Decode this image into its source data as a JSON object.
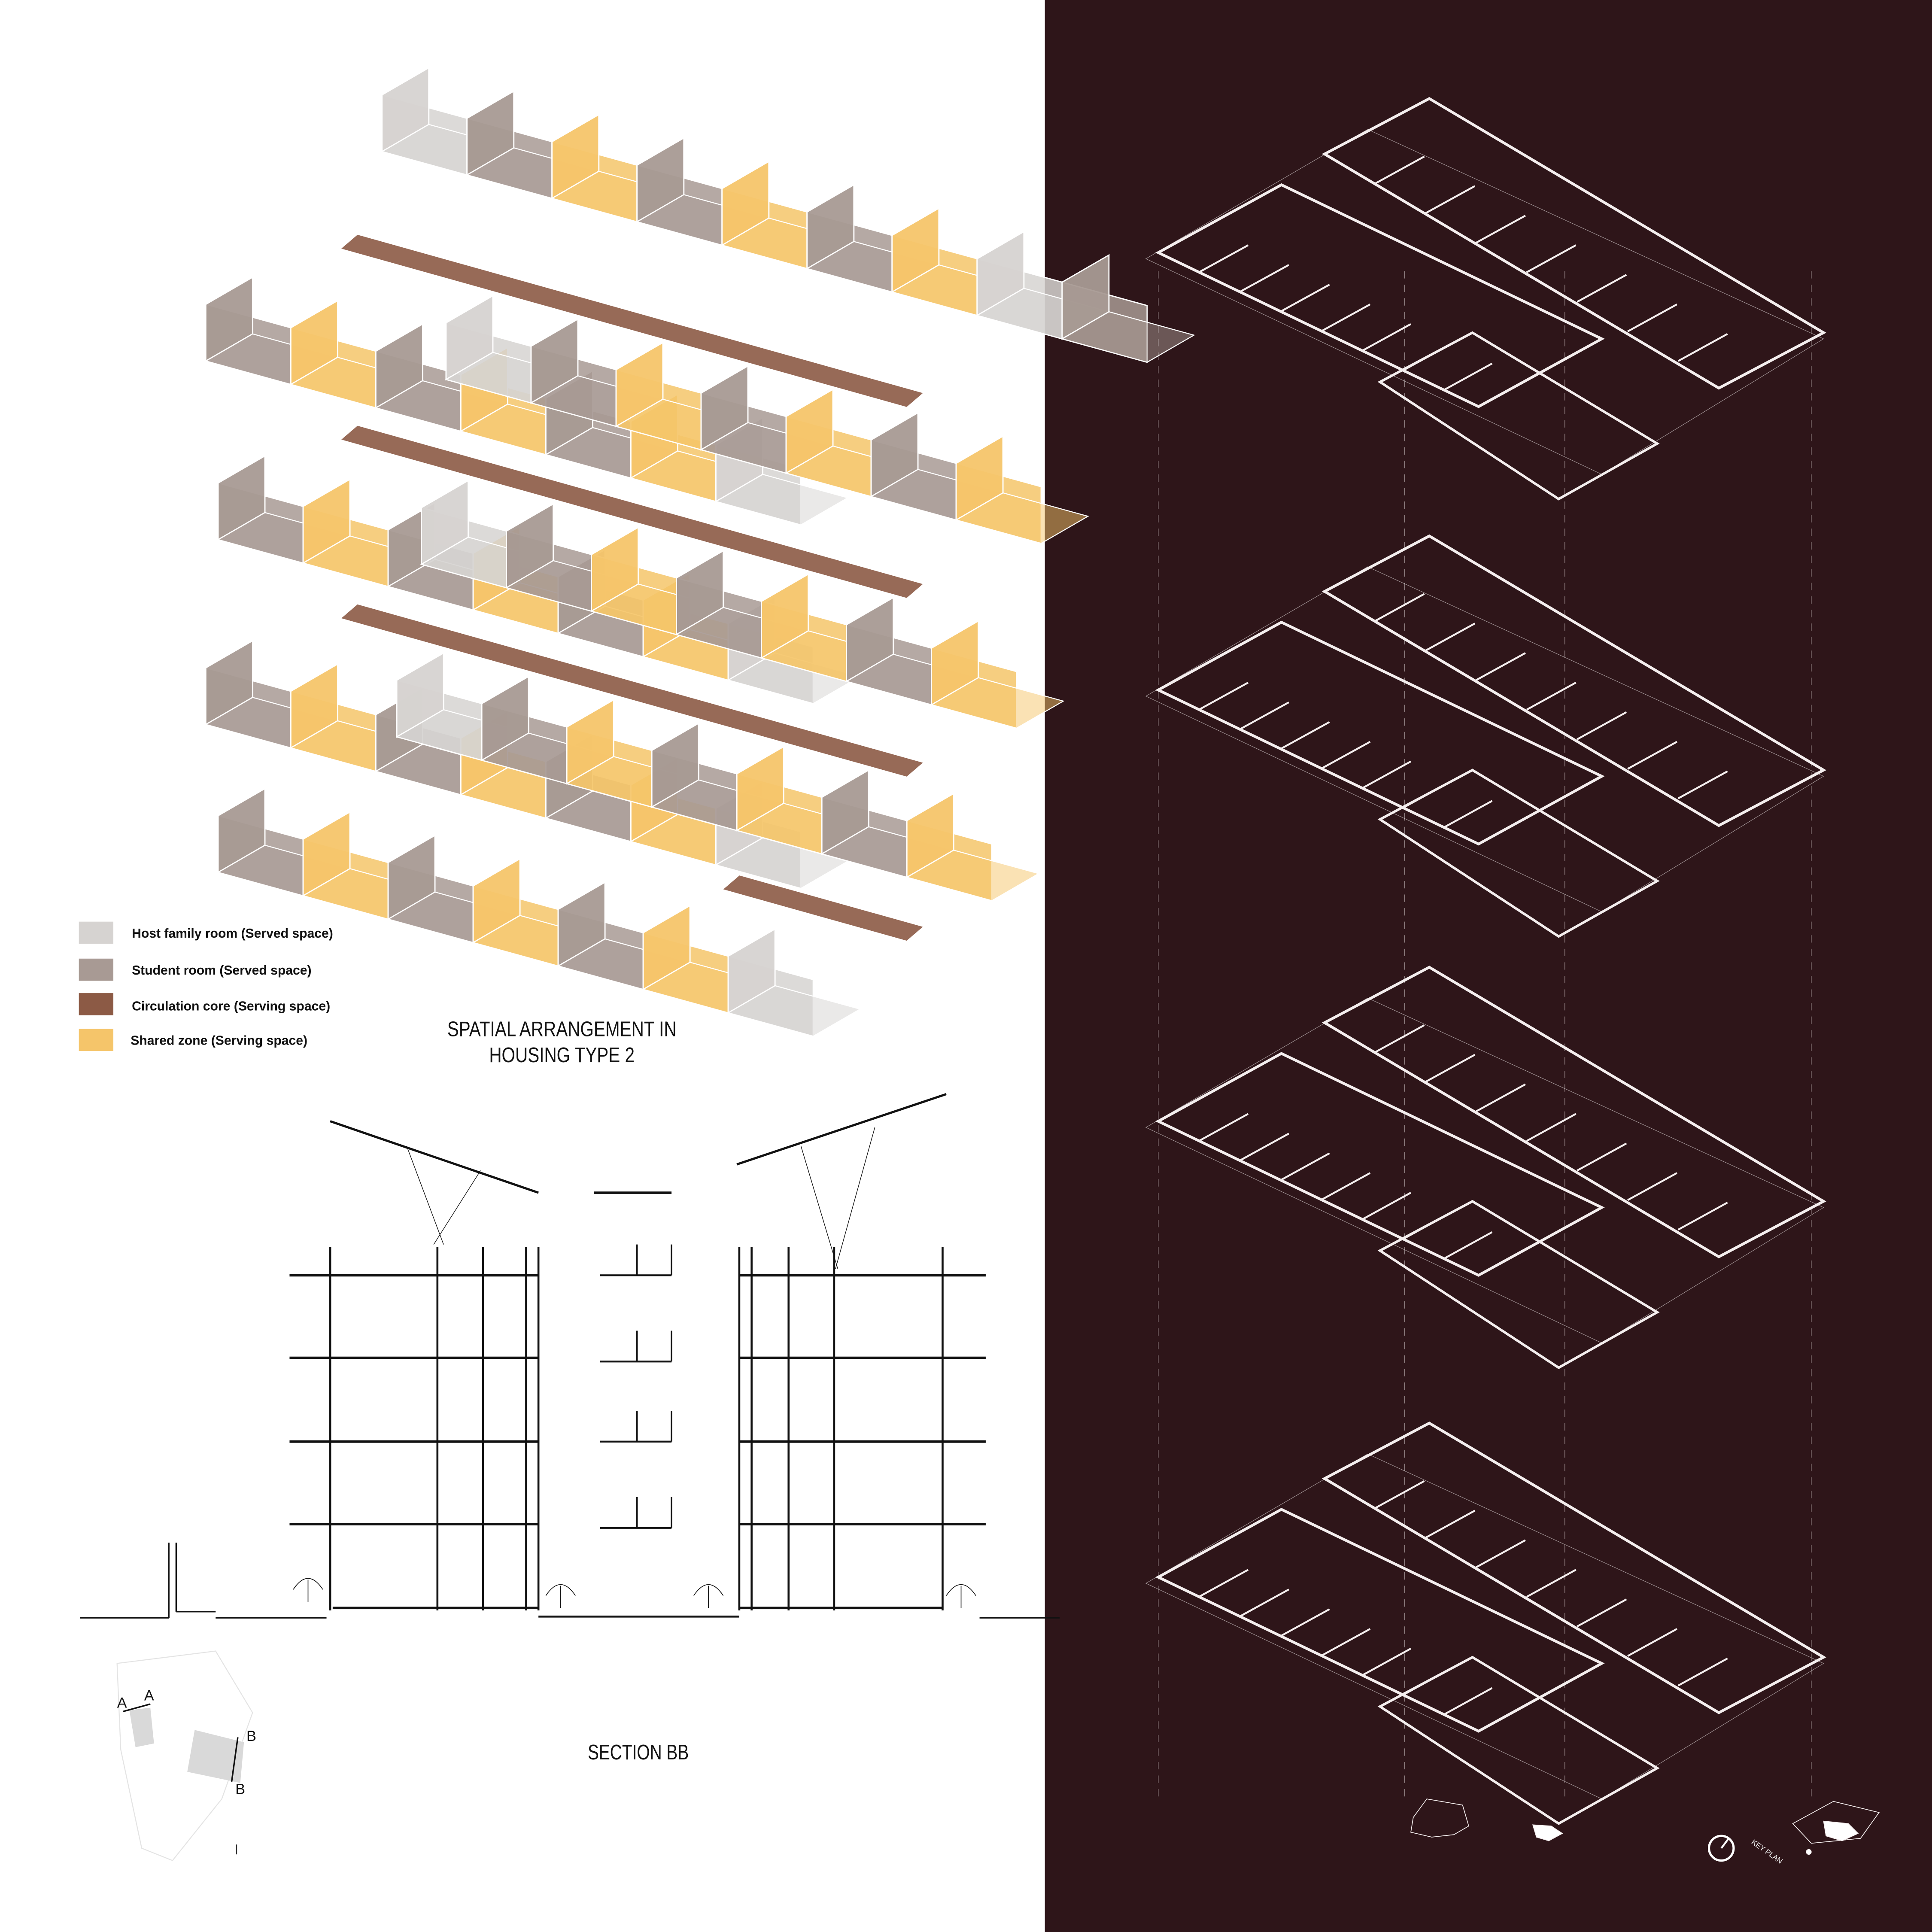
{
  "colors": {
    "background_left": "#ffffff",
    "background_right": "#2e1519",
    "host_family_room": "#d6d3d1",
    "student_room": "#a89a94",
    "circulation_core": "#8c5a45",
    "shared_zone": "#f5c56a",
    "plan_line": "#f4eeee"
  },
  "legend": {
    "items": [
      {
        "label": "Host family room (Served space)",
        "color": "#d6d3d1"
      },
      {
        "label": "Student room (Served space)",
        "color": "#a89a94"
      },
      {
        "label": "Circulation core (Serving space)",
        "color": "#8c5a45"
      },
      {
        "label": "Shared zone (Serving space)",
        "color": "#f5c56a"
      }
    ]
  },
  "axonometric": {
    "title_line1": "SPATIAL ARRANGEMENT IN",
    "title_line2": "HOUSING TYPE 2"
  },
  "section": {
    "title": "SECTION BB",
    "key_markers": [
      "A",
      "A",
      "B",
      "B"
    ]
  },
  "plans": {
    "key_plan_label": "KEY PLAN",
    "icons": [
      "north-arrow-icon",
      "key-plan-icon"
    ]
  }
}
